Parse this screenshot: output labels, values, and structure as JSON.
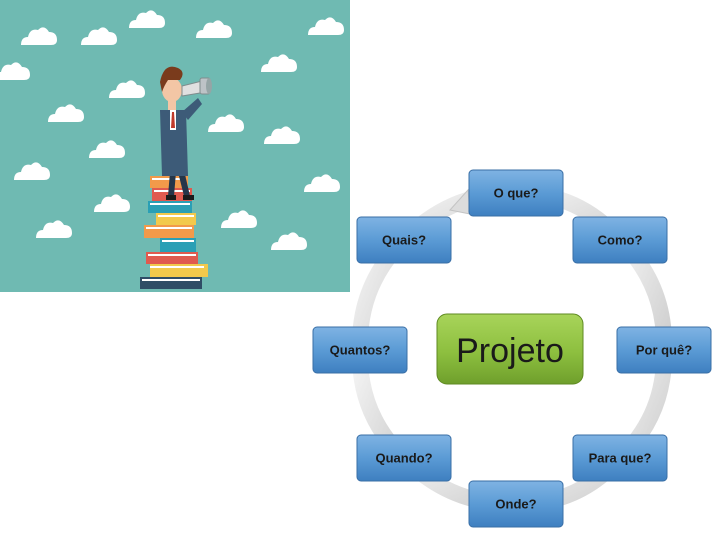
{
  "illustration": {
    "background_color": "#6fbab2",
    "description_icon": "man-with-binoculars-on-books"
  },
  "diagram": {
    "center": {
      "label": "Projeto",
      "color": "#8dbf3f"
    },
    "nodes": [
      {
        "label": "O que?"
      },
      {
        "label": "Como?"
      },
      {
        "label": "Por quê?"
      },
      {
        "label": "Para que?"
      },
      {
        "label": "Onde?"
      },
      {
        "label": "Quando?"
      },
      {
        "label": "Quantos?"
      },
      {
        "label": "Quais?"
      }
    ],
    "node_color": "#5b9bd5",
    "arrow_color": "#e3e3e3"
  }
}
